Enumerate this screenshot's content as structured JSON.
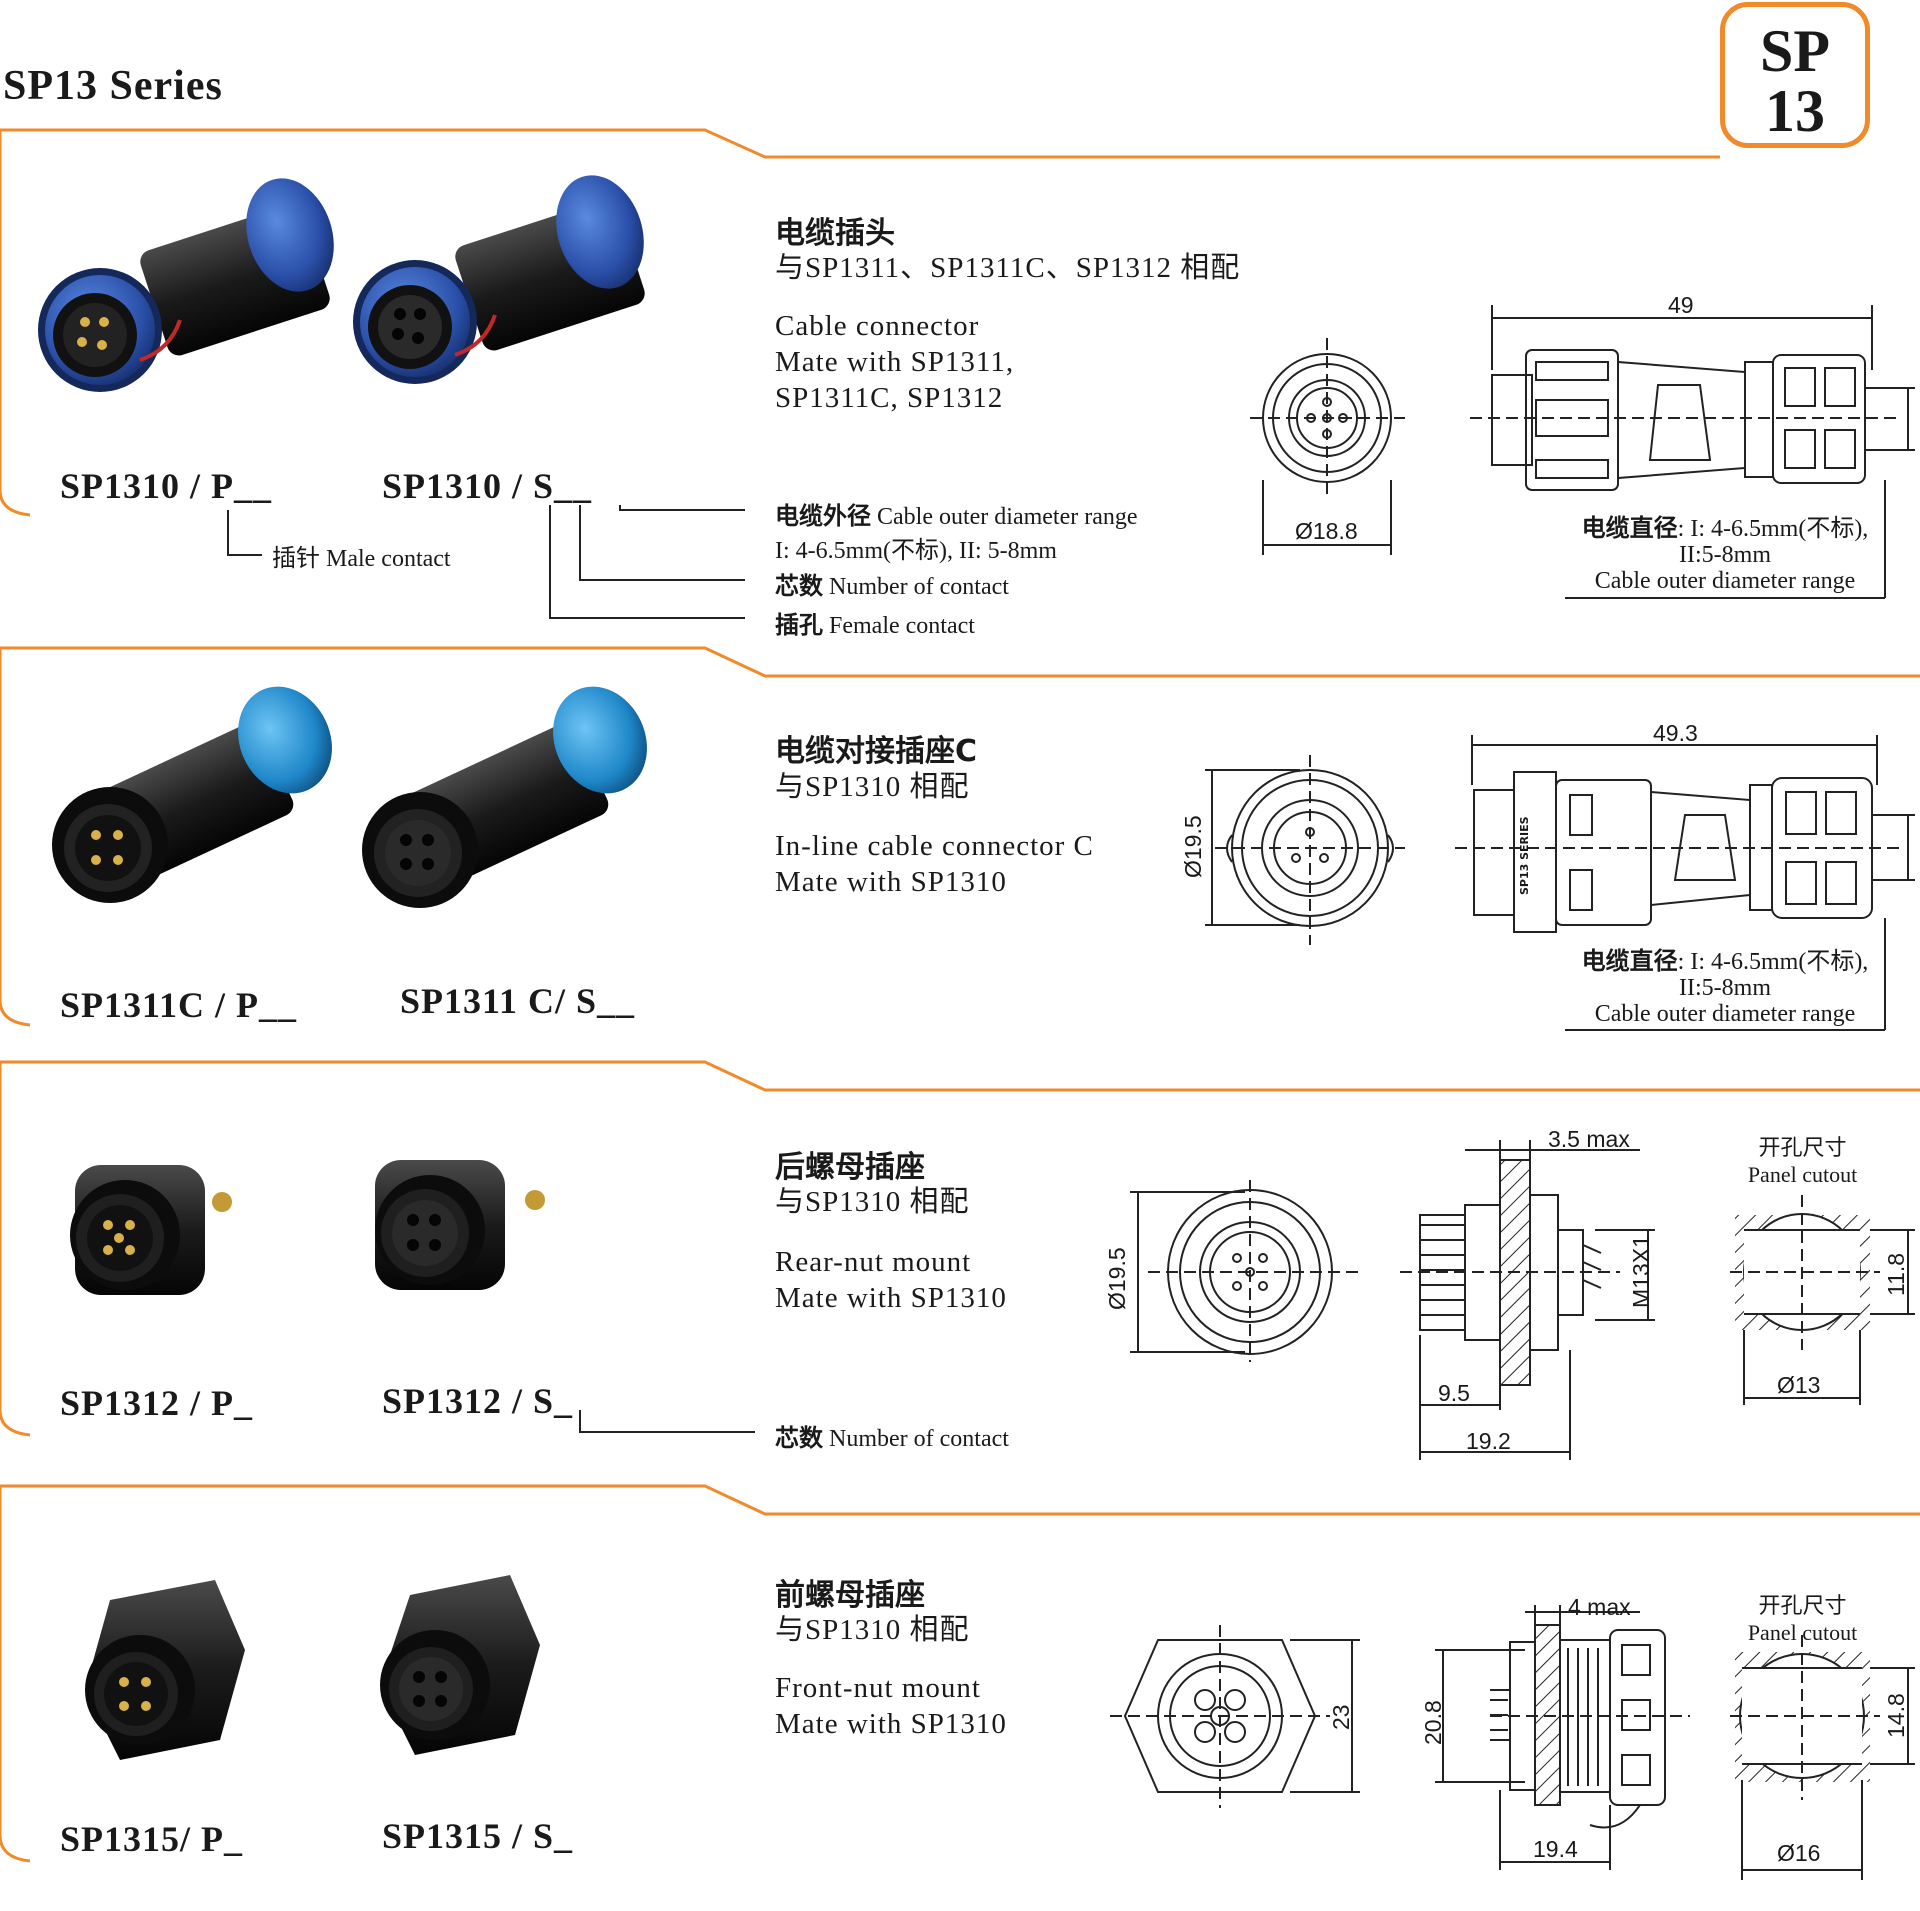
{
  "header": {
    "series_title": "SP13  Series",
    "badge_line1": "SP",
    "badge_line2": "13"
  },
  "accent_color": "#f08a2a",
  "sections": [
    {
      "title_cn": "电缆插头",
      "mate_cn": "与SP1311、SP1311C、SP1312 相配",
      "name_en": "Cable connector",
      "mate_en_1": "Mate with SP1311,",
      "mate_en_2": "SP1311C, SP1312",
      "model_male": "SP1310 / P__",
      "model_female": "SP1310 / S__",
      "legend_male": "插针 Male contact",
      "legend_diameter_cn": "电缆外径",
      "legend_diameter_en": "Cable outer diameter range",
      "legend_diameter_values": "I: 4-6.5mm(不标), II: 5-8mm",
      "legend_contacts_cn": "芯数",
      "legend_contacts_en": "Number of contact",
      "legend_female_cn": "插孔",
      "legend_female_en": "Female contact",
      "dim_front": "Ø18.8",
      "dim_length": "49",
      "cable_cn": "电缆直径",
      "cable_values": ": I: 4-6.5mm(不标),",
      "cable_values_2": "II:5-8mm",
      "cable_en": "Cable outer  diameter range"
    },
    {
      "title_cn": "电缆对接插座C",
      "mate_cn": "与SP1310 相配",
      "name_en": "In-line cable connector C",
      "mate_en_1": "Mate with SP1310",
      "model_male": "SP1311C / P__",
      "model_female": "SP1311 C/ S__",
      "dim_front": "Ø19.5",
      "dim_length": "49.3",
      "side_text": "SP13 SERIES",
      "cable_cn": "电缆直径",
      "cable_values": ": I: 4-6.5mm(不标),",
      "cable_values_2": "II:5-8mm",
      "cable_en": "Cable outer  diameter range"
    },
    {
      "title_cn": "后螺母插座",
      "mate_cn": "与SP1310 相配",
      "name_en": "Rear-nut mount",
      "mate_en_1": "Mate with SP1310",
      "model_male": "SP1312 / P_",
      "model_female": "SP1312 / S_",
      "legend_contacts_cn": "芯数",
      "legend_contacts_en": "Number of contact",
      "dim_front": "Ø19.5",
      "dim_max": "3.5 max",
      "dim_thread": "M13X1",
      "dim_a": "9.5",
      "dim_b": "19.2",
      "cutout_cn": "开孔尺寸",
      "cutout_en": "Panel cutout",
      "cutout_h": "11.8",
      "cutout_d": "Ø13"
    },
    {
      "title_cn": "前螺母插座",
      "mate_cn": "与SP1310 相配",
      "name_en": "Front-nut mount",
      "mate_en_1": "Mate with SP1310",
      "model_male": "SP1315/ P_",
      "model_female": "SP1315 / S_",
      "dim_front": "23",
      "dim_max": "4 max",
      "dim_h": "20.8",
      "dim_len": "19.4",
      "cutout_cn": "开孔尺寸",
      "cutout_en": "Panel cutout",
      "cutout_h": "14.8",
      "cutout_d": "Ø16"
    }
  ]
}
